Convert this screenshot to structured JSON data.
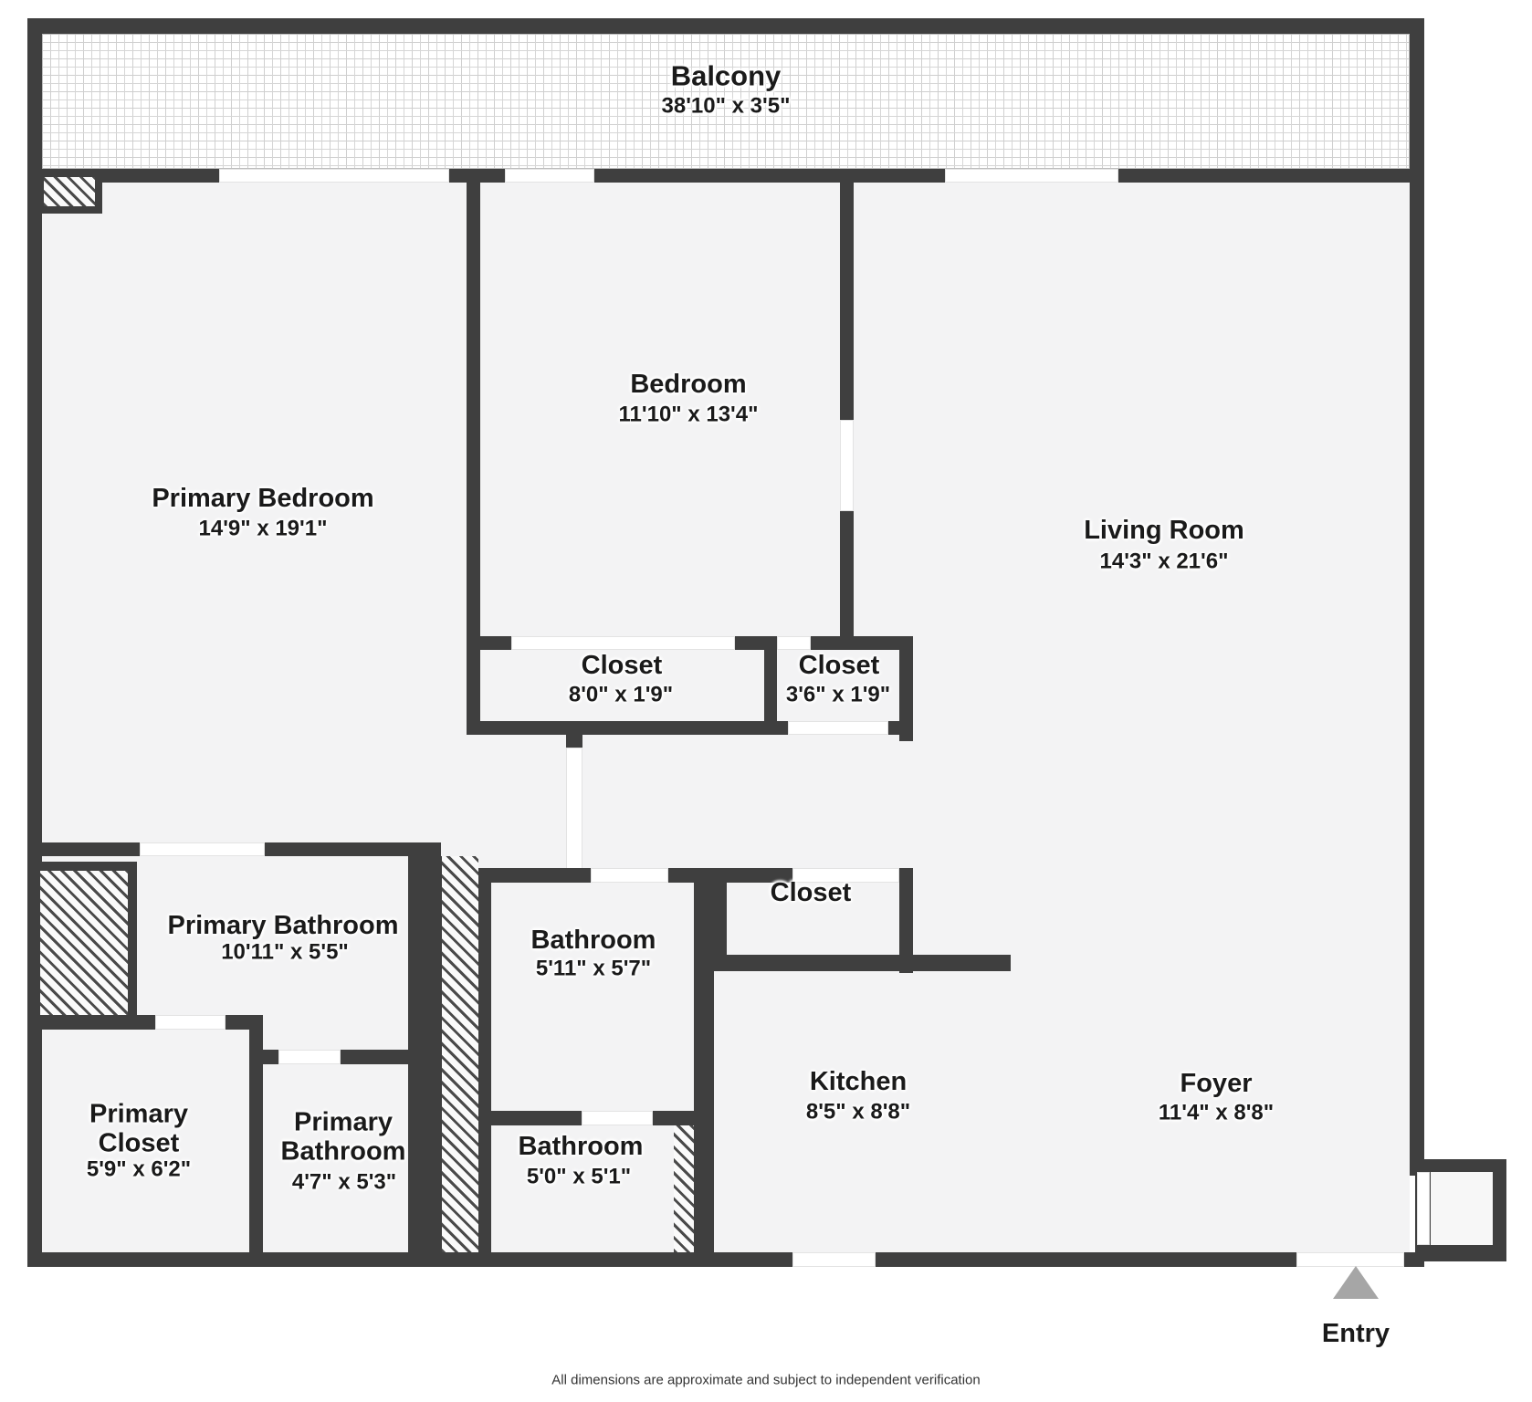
{
  "plan": {
    "footer": "All dimensions are approximate and subject to independent verification",
    "entry_label": "Entry"
  },
  "rooms": [
    {
      "id": "balcony",
      "name": "Balcony",
      "dims": "38'10\" x 3'5\""
    },
    {
      "id": "primary-bedroom",
      "name": "Primary Bedroom",
      "dims": "14'9\" x 19'1\""
    },
    {
      "id": "bedroom",
      "name": "Bedroom",
      "dims": "11'10\" x 13'4\""
    },
    {
      "id": "living-room",
      "name": "Living Room",
      "dims": "14'3\" x 21'6\""
    },
    {
      "id": "closet-bedroom-large",
      "name": "Closet",
      "dims": "8'0\" x 1'9\""
    },
    {
      "id": "closet-bedroom-small",
      "name": "Closet",
      "dims": "3'6\" x 1'9\""
    },
    {
      "id": "primary-bathroom",
      "name": "Primary Bathroom",
      "dims": "10'11\" x 5'5\""
    },
    {
      "id": "bathroom-middle",
      "name": "Bathroom",
      "dims": "5'11\" x 5'7\""
    },
    {
      "id": "closet-hall",
      "name": "Closet",
      "dims": ""
    },
    {
      "id": "primary-closet",
      "name_lines": [
        "Primary",
        "Closet"
      ],
      "dims": "5'9\" x 6'2\""
    },
    {
      "id": "primary-bathroom-2",
      "name_lines": [
        "Primary",
        "Bathroom"
      ],
      "dims": "4'7\" x 5'3\""
    },
    {
      "id": "bathroom-bottom",
      "name": "Bathroom",
      "dims": "5'0\" x 5'1\""
    },
    {
      "id": "kitchen",
      "name": "Kitchen",
      "dims": "8'5\" x 8'8\""
    },
    {
      "id": "foyer",
      "name": "Foyer",
      "dims": "11'4\" x 8'8\""
    }
  ],
  "colors": {
    "wall": "#3f3f3f",
    "floor": "#f3f3f4",
    "door_opening": "#ffffff",
    "entry_arrow": "#a6a6a6",
    "label_text": "#1a1a1a"
  }
}
